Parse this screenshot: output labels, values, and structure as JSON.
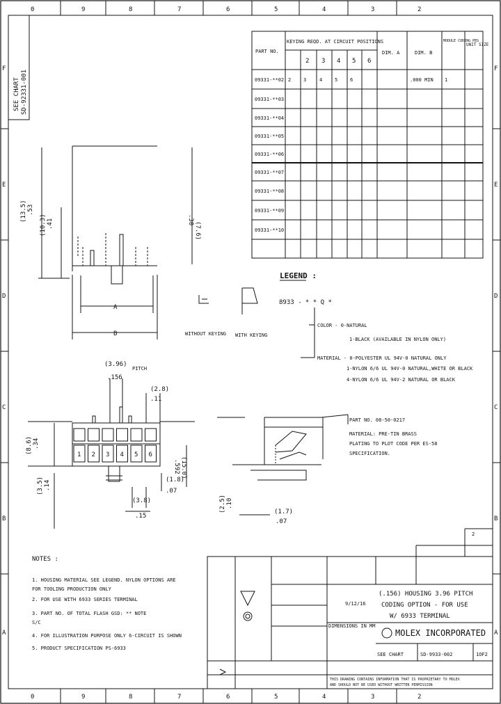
{
  "border": {
    "top_zones": [
      "0",
      "9",
      "8",
      "7",
      "6",
      "5",
      "4",
      "3",
      "2"
    ],
    "bottom_zones": [
      "0",
      "9",
      "8",
      "7",
      "6",
      "5",
      "4",
      "3",
      "2"
    ],
    "left_rows": [
      "F",
      "E",
      "D",
      "C",
      "B",
      "A"
    ],
    "right_rows": [
      "F",
      "E",
      "D",
      "C",
      "B",
      "A"
    ]
  },
  "see_chart_box": {
    "line1": "SEE CHART",
    "line2": "SD-92331-001"
  },
  "parts_table": {
    "headers": {
      "part_no": "PART NO.",
      "keying": "KEYING REQD. AT CIRCUIT POSITIONS",
      "dim_a": "DIM. A",
      "dim_b": "DIM. B",
      "module_coding": "MODULE CODING PEG",
      "unit_size": "UNIT SIZE"
    },
    "positions": [
      "2",
      "3",
      "4",
      "5",
      "6"
    ],
    "rows": [
      [
        "09331-**02",
        "2",
        "3",
        "4",
        "5",
        "6",
        "",
        "",
        ".000 MIN",
        "1"
      ],
      [
        "09331-**03",
        "",
        "",
        "",
        "",
        "",
        "",
        "",
        "",
        ""
      ],
      [
        "09331-**04",
        "",
        "",
        "",
        "",
        "",
        "",
        "",
        "",
        ""
      ],
      [
        "09331-**05",
        "",
        "",
        "",
        "",
        "",
        "",
        "",
        "",
        ""
      ],
      [
        "09331-**06",
        "",
        "",
        "",
        "",
        "",
        "",
        "",
        "",
        ""
      ],
      [
        "09331-**07",
        "",
        "",
        "",
        "",
        "",
        "",
        "",
        "",
        ""
      ],
      [
        "09331-**08",
        "",
        "",
        "",
        "",
        "",
        "",
        "",
        "",
        ""
      ],
      [
        "09331-**09",
        "",
        "",
        "",
        "",
        "",
        "",
        "",
        "",
        ""
      ],
      [
        "09331-**10",
        "",
        "",
        "",
        "",
        "",
        "",
        "",
        "",
        ""
      ]
    ]
  },
  "legend": {
    "title": "LEGEND :",
    "code": "8933 - * * Q *",
    "color_title": "COLOR - 0-NATURAL",
    "color_note": "1-BLACK (AVAILABLE IN NYLON ONLY)",
    "material_title": "MATERIAL - 0-POLYESTER UL 94V-0 NATURAL ONLY",
    "material_line2": "1-NYLON 6/6 UL 94V-0 NATURAL,WHITE OR BLACK",
    "material_line3": "4-NYLON 6/6 UL 94V-2 NATURAL OR BLACK"
  },
  "keying_labels": {
    "without": "WITHOUT KEYING",
    "with": "WITH KEYING"
  },
  "terminal_callout": {
    "part": "PART NO. 08-50-0217",
    "material": "MATERIAL: PRE-TIN BRASS",
    "plating": "PLATING TO PLOT CODE PER ES-58",
    "spec": "SPECIFICATION."
  },
  "dimensions": {
    "a": "A",
    "b": "B",
    "pitch": "PITCH",
    "pitch_mm": "(3.96)",
    "pitch_in": ".156",
    "d1_mm": "(13.5)",
    "d1_in": ".53",
    "d2_mm": "(10.3)",
    "d2_in": ".41",
    "d3_mm": "(7.6)",
    "d3_in": ".30",
    "d4_mm": "(2.8)",
    "d4_in": ".11",
    "d5_mm": "(8.6)",
    "d5_in": ".34",
    "d6_mm": "(15.0)",
    "d6_in": ".592",
    "d7_mm": "(1.8)",
    "d7_in": ".07",
    "d8_mm": "(3.5)",
    "d8_in": ".14",
    "d9_mm": "(3.8)",
    "d9_in": ".15",
    "d10_mm": "(2.5)",
    "d10_in": ".10",
    "d11_mm": "(1.7)",
    "d11_in": ".07"
  },
  "cavity_labels": [
    "1",
    "2",
    "3",
    "4",
    "5",
    "6"
  ],
  "notes": {
    "title": "NOTES :",
    "items": [
      "1. HOUSING MATERIAL SEE LEGEND. NYLON OPTIONS ARE",
      "   FOR TOOLING PRODUCTION ONLY",
      "2. FOR USE WITH 6933 SERIES TERMINAL",
      "3. PART NO. OF TOTAL FLASH GSD: ** NOTE",
      "   S/C",
      "4. FOR ILLUSTRATION PURPOSE ONLY 6-CIRCUIT IS SHOWN",
      "5. PRODUCT SPECIFICATION PS-6933"
    ]
  },
  "title_block": {
    "title_line1": "(.156) HOUSING 3.96 PITCH",
    "title_line2": "CODING OPTION - FOR USE",
    "title_line3": "W/ 6933 TERMINAL",
    "company": "MOLEX INCORPORATED",
    "drawing_no_label": "SEE CHART",
    "drawing_no": "SD-9933-002",
    "sheet": "1OF2",
    "date": "9/12/16",
    "material_no": "SEE CHART",
    "rev": "2",
    "scale_note": "DIMENSIONS IN MM",
    "footer_1": "THIS DRAWING CONTAINS INFORMATION THAT IS PROPRIETARY TO MOLEX",
    "footer_2": "AND SHOULD NOT BE USED WITHOUT WRITTEN PERMISSION"
  }
}
